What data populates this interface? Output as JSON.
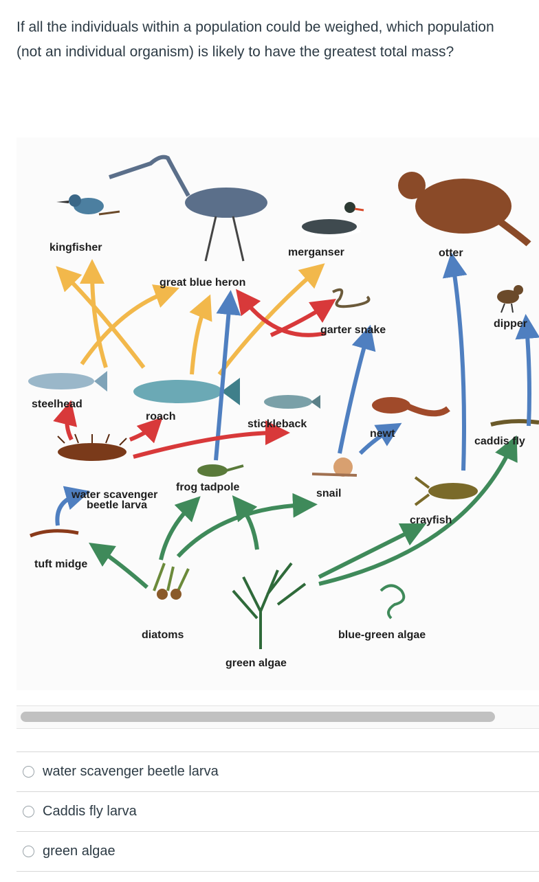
{
  "question": {
    "text": "If all the individuals within a population could be weighed, which population (not an individual organism) is likely to have the greatest total mass?"
  },
  "food_web": {
    "labels": {
      "kingfisher": "kingfisher",
      "great_blue_heron": "great blue heron",
      "merganser": "merganser",
      "otter": "otter",
      "dipper": "dipper",
      "garter_snake": "garter snake",
      "steelhead": "steelhead",
      "roach": "roach",
      "stickleback": "stickleback",
      "newt": "newt",
      "caddis_fly": "caddis fly",
      "water_scavenger": "water scavenger",
      "beetle_larva": "beetle larva",
      "frog_tadpole": "frog tadpole",
      "snail": "snail",
      "crayfish": "crayfish",
      "tuft_midge": "tuft midge",
      "diatoms": "diatoms",
      "green_algae": "green algae",
      "blue_green_algae": "blue-green algae"
    },
    "colors": {
      "green_arrow": "#3f8a5a",
      "red_arrow": "#d8393a",
      "blue_arrow": "#4f7fc0",
      "yellow_arrow": "#f2b84b"
    }
  },
  "answers": [
    {
      "label": "water scavenger beetle larva"
    },
    {
      "label": "Caddis fly larva"
    },
    {
      "label": "green algae"
    }
  ]
}
